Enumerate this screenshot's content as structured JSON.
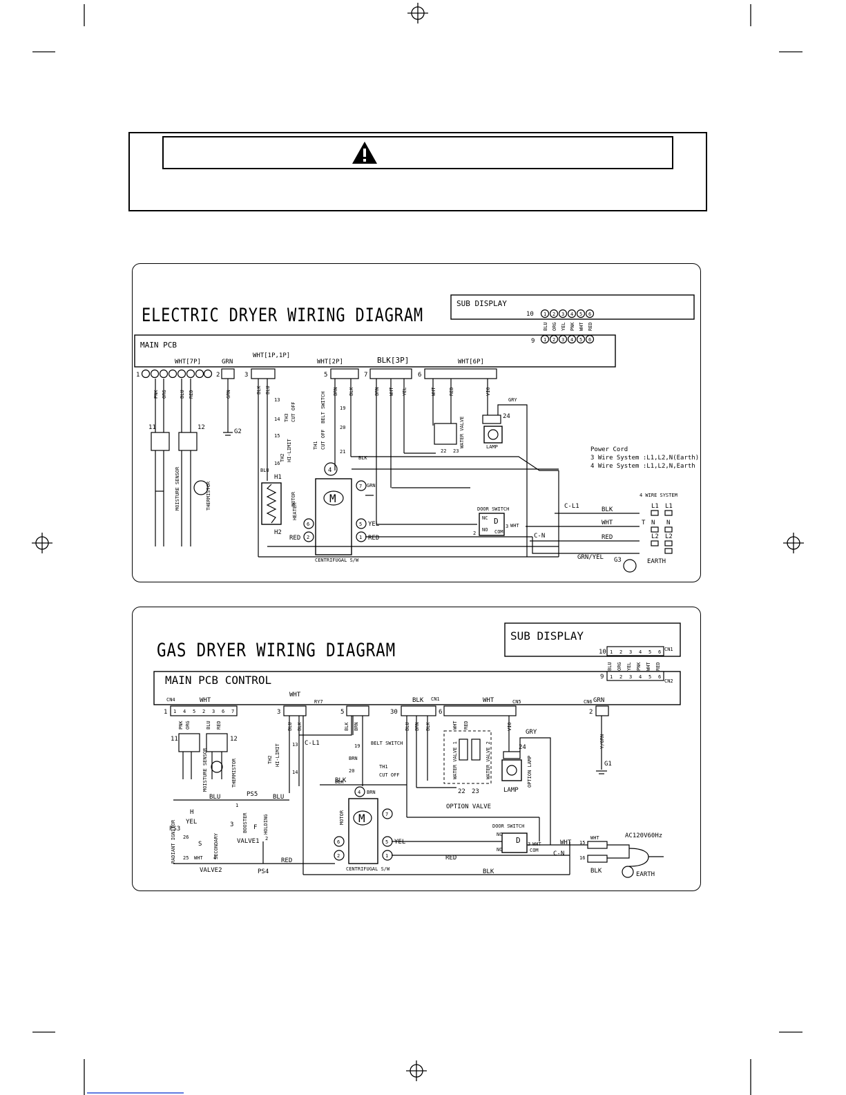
{
  "electric": {
    "title": "ELECTRIC DRYER WIRING DIAGRAM",
    "sub_display": "SUB DISPLAY",
    "main_pcb": "MAIN PCB",
    "sub_pins": [
      "1",
      "2",
      "3",
      "4",
      "5",
      "6"
    ],
    "sub_row_labels": [
      "10",
      "9"
    ],
    "sub_colors": [
      "BLU",
      "ORG",
      "YEL",
      "PNK",
      "WHT",
      "RED"
    ],
    "connectors": {
      "wht7p": "WHT[7P]",
      "grn": "GRN",
      "wht1p1p": "WHT[1P,1P]",
      "wht2p": "WHT[2P]",
      "blk3p": "BLK[3P]",
      "wht6p": "WHT[6P]"
    },
    "pin_numbers": [
      "1",
      "2",
      "3",
      "5",
      "7",
      "6"
    ],
    "wires": [
      "PNK",
      "ORG",
      "BLU",
      "RED",
      "GRN",
      "BLK",
      "BLU",
      "BRN",
      "BLK",
      "BRN",
      "WHT",
      "YEL",
      "WHT",
      "RED",
      "VIO",
      "GRY",
      "BLK",
      "BLK",
      "WHT",
      "RED",
      "GRN/YEL",
      "RED",
      "RED",
      "YEL",
      "GRN",
      "BLU"
    ],
    "parts": {
      "g2": "G2",
      "th3": "TH3",
      "cut_off": "CUT OFF",
      "th2": "TH2",
      "hi_limit": "HI-LIMIT",
      "belt_switch": "BELT SWITCH",
      "th1": "TH1",
      "th1_cut_off": "CUT OFF",
      "h1": "H1",
      "h2": "H2",
      "heater": "HEATER",
      "motor": "MOTOR",
      "m": "M",
      "centrifugal": "CENTRIFUGAL S/W",
      "moisture_sensor": "MOISTURE SENSOR",
      "thermistor": "THERMISTOR",
      "water_valve": "WATER VALVE",
      "lamp": "LAMP",
      "door_switch": "DOOR SWITCH",
      "nc": "NC",
      "no": "NO",
      "com": "COM",
      "d": "D",
      "c_l1": "C-L1",
      "c_n": "C-N",
      "g3": "G3",
      "earth": "EARTH",
      "four_wire": "4 WIRE SYSTEM",
      "n11": "11",
      "n12": "12",
      "n13": "13",
      "n14": "14",
      "n15": "15",
      "n16": "16",
      "n19": "19",
      "n20": "20",
      "n21": "21",
      "n22": "22",
      "n23": "23",
      "n24": "24",
      "n2": "2",
      "n3": "3",
      "p4": "4",
      "p7": "7",
      "p6": "6",
      "p5": "5",
      "p2": "2",
      "p1": "1"
    },
    "power_cord": [
      "Power Cord",
      "3 Wire System :L1,L2,N(Earth)",
      "4 Wire System :L1,L2,N,Earth"
    ],
    "terminals": [
      "L1",
      "L1",
      "T",
      "N",
      "N",
      "L2",
      "L2"
    ]
  },
  "gas": {
    "title": "GAS DRYER WIRING DIAGRAM",
    "sub_display": "SUB DISPLAY",
    "main_pcb": "MAIN PCB CONTROL",
    "cn1": "CN1",
    "cn2": "CN2",
    "cn4": "CN4",
    "cn5": "CN5",
    "cn6": "CN6",
    "ry7": "RY7",
    "sub_pins": [
      "1",
      "2",
      "3",
      "4",
      "5",
      "6"
    ],
    "sub_row_labels": [
      "10",
      "9"
    ],
    "sub_colors": [
      "BLU",
      "ORG",
      "YEL",
      "PNK",
      "WHT",
      "RED"
    ],
    "cn4_pins": [
      "1",
      "4",
      "5",
      "2",
      "3",
      "6",
      "7"
    ],
    "wires": [
      "WHT",
      "WHT",
      "BLK",
      "WHT",
      "GRN",
      "PNK",
      "ORG",
      "BLU",
      "RED",
      "BLU",
      "BLK",
      "BLK",
      "BRN",
      "BLU",
      "BRN",
      "BLK",
      "WHT",
      "RED",
      "VIO",
      "GRY",
      "Y/GRN",
      "BLU",
      "BLU",
      "BLK",
      "BRN",
      "BRN",
      "YEL",
      "RED",
      "RED",
      "BLK",
      "WHT",
      "WHT",
      "BLK",
      "YEL",
      "WHT"
    ],
    "parts": {
      "moisture_sensor": "MOISTURE SENSOR",
      "thermistor": "THERMISTOR",
      "th2": "TH2",
      "hi_limit": "HI-LIMIT",
      "c_l1": "C-L1",
      "belt_switch": "BELT SWITCH",
      "th1": "TH1",
      "cut_off": "CUT OFF",
      "water_valve_1": "WATER VALVE 1",
      "water_valve_2": "WATER VALVE 2",
      "option_valve": "OPTION VALVE",
      "lamp": "LAMP",
      "option_lamp": "OPTION LAMP",
      "g1": "G1",
      "radiant_ignitor": "RADIANT IGNITOR",
      "h": "H",
      "ps3": "PS3",
      "ps4": "PS4",
      "ps5": "PS5",
      "booster": "BOOSTER",
      "holding": "HOLDING",
      "valve1": "VALVE1",
      "secondary": "SECONDARY",
      "valve2": "VALVE2",
      "f": "F",
      "s": "S",
      "motor": "MOTOR",
      "m": "M",
      "centrifugal": "CENTRIFUGAL S/W",
      "door_switch": "DOOR SWITCH",
      "nc": "NC",
      "no": "NO",
      "com": "COM",
      "d": "D",
      "c_n": "C-N",
      "ac": "AC120V60Hz",
      "earth": "EARTH",
      "n11": "11",
      "n12": "12",
      "n13": "13",
      "n14": "14",
      "n15": "15",
      "n16": "16",
      "n19": "19",
      "n20": "20",
      "n22": "22",
      "n23": "23",
      "n24": "24",
      "n25": "25",
      "n26": "26",
      "n1": "1",
      "n2": "2",
      "n3": "3",
      "n4": "4",
      "n5": "5",
      "n30": "30",
      "n6": "6",
      "p4": "4",
      "p7": "7",
      "p6": "6",
      "p5": "5",
      "p2": "2",
      "p1": "1"
    }
  }
}
